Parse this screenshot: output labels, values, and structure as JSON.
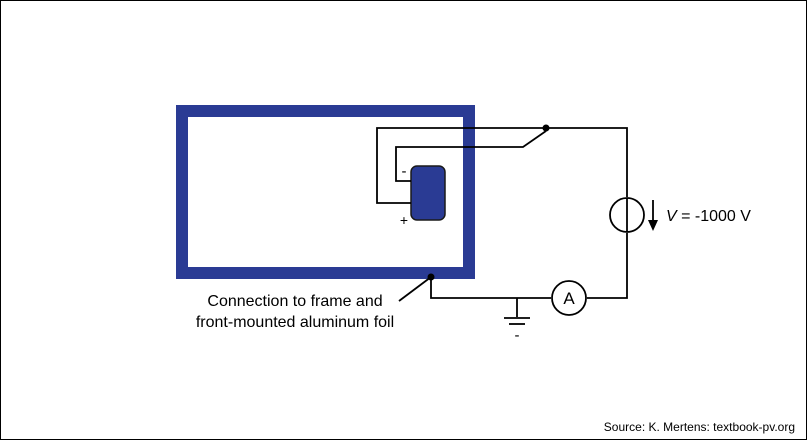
{
  "labels": {
    "minus": "-",
    "plus": "+",
    "v_symbol": "V",
    "v_rest": " = -1000 V",
    "ammeter": "A",
    "connection_line1": "Connection to frame and",
    "connection_line2": "front-mounted aluminum foil",
    "source": "Source: K. Mertens: textbook-pv.org",
    "ground_minus": "-"
  },
  "colors": {
    "frame": "#2a3b94",
    "cell_fill": "#2a3b94",
    "cell_stroke": "#1a1a1a",
    "wire": "#000000"
  }
}
